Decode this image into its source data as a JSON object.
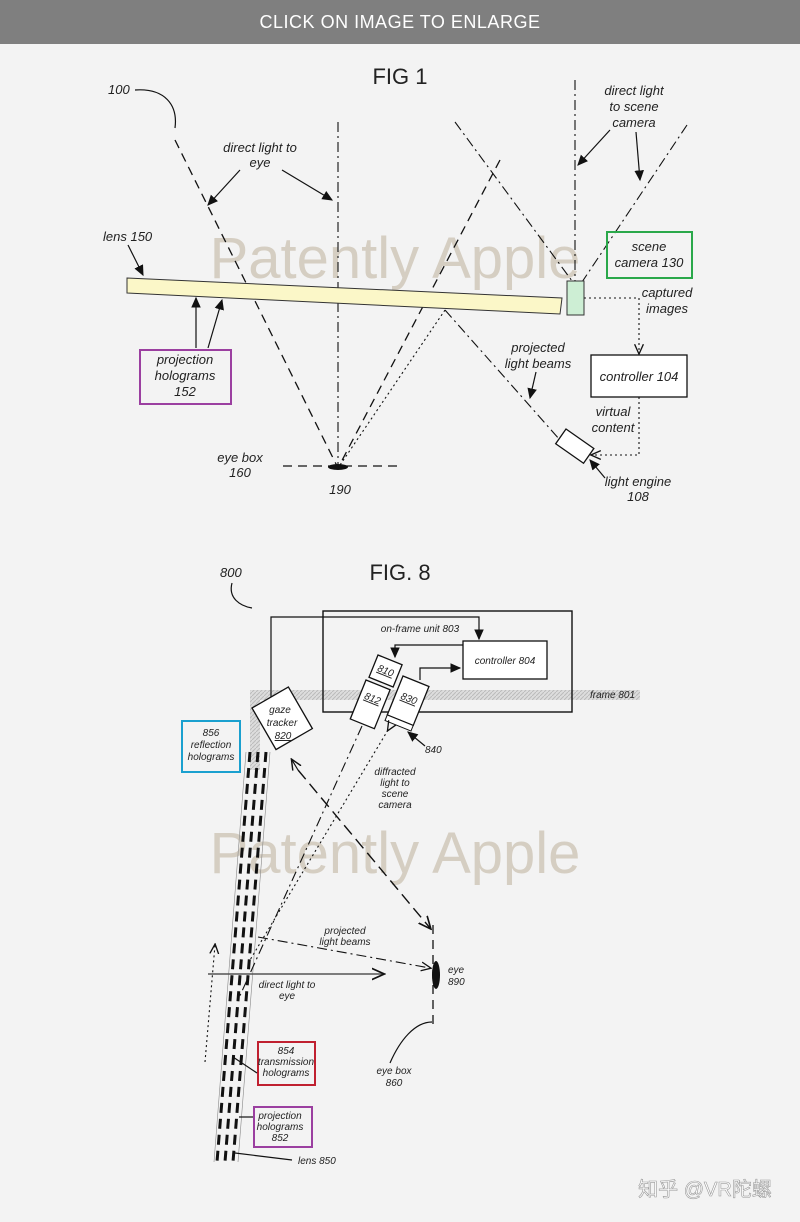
{
  "banner": {
    "text": "CLICK ON IMAGE TO ENLARGE"
  },
  "fig1": {
    "title": "FIG 1",
    "ref": "100",
    "direct_light_eye": [
      "direct light to",
      "eye"
    ],
    "direct_light_camera": [
      "direct light",
      "to scene",
      "camera"
    ],
    "lens": "lens 150",
    "scene_camera": [
      "scene",
      "camera 130"
    ],
    "captured_images": [
      "captured",
      "images"
    ],
    "projection_holograms": [
      "projection",
      "holograms",
      "152"
    ],
    "projected_beams": [
      "projected",
      "light beams"
    ],
    "controller": "controller 104",
    "virtual_content": [
      "virtual",
      "content"
    ],
    "eye_box": [
      "eye box",
      "160"
    ],
    "eye_point": "190",
    "light_engine": [
      "light engine",
      "108"
    ],
    "watermark": "Patently Apple"
  },
  "fig8": {
    "title": "FIG. 8",
    "ref": "800",
    "on_frame_unit": "on-frame unit 803",
    "controller": "controller 804",
    "frame": "frame 801",
    "gaze_tracker": [
      "gaze",
      "tracker",
      "820"
    ],
    "block_810": "810",
    "block_812": "812",
    "block_830": "830",
    "ref_840": "840",
    "diffracted_light": [
      "diffracted",
      "light to",
      "scene",
      "camera"
    ],
    "reflection_holograms": [
      "856",
      "reflection",
      "holograms"
    ],
    "watermark": "Patently Apple",
    "projected_beams": [
      "projected",
      "light beams"
    ],
    "eye": [
      "eye",
      "890"
    ],
    "direct_light_eye": [
      "direct light to",
      "eye"
    ],
    "transmission_holograms": [
      "854",
      "transmission",
      "holograms"
    ],
    "eye_box": [
      "eye box",
      "860"
    ],
    "projection_holograms": [
      "projection",
      "holograms",
      "852"
    ],
    "lens": "lens 850"
  },
  "source_watermark": "知乎 @VR陀螺",
  "colors": {
    "green": "#2aa84a",
    "purple": "#9b3fa0",
    "cyan": "#1aa0cf",
    "red": "#c02030",
    "lens_fill": "#fbf7c8",
    "camera_fill": "#cdeed4"
  }
}
